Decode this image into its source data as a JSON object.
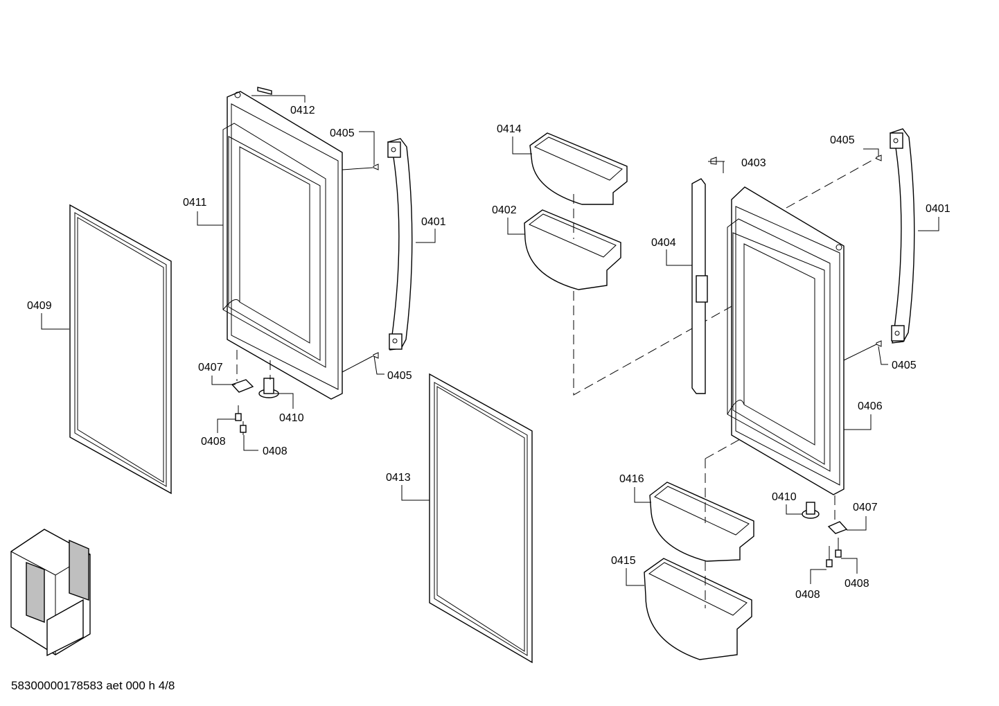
{
  "diagram": {
    "callouts": [
      {
        "id": "c1",
        "label": "0412"
      },
      {
        "id": "c2",
        "label": "0405"
      },
      {
        "id": "c3",
        "label": "0411"
      },
      {
        "id": "c4",
        "label": "0401"
      },
      {
        "id": "c5",
        "label": "0409"
      },
      {
        "id": "c6",
        "label": "0405"
      },
      {
        "id": "c7",
        "label": "0407"
      },
      {
        "id": "c8",
        "label": "0410"
      },
      {
        "id": "c9",
        "label": "0408"
      },
      {
        "id": "c10",
        "label": "0408"
      },
      {
        "id": "c11",
        "label": "0414"
      },
      {
        "id": "c12",
        "label": "0402"
      },
      {
        "id": "c13",
        "label": "0413"
      },
      {
        "id": "c14",
        "label": "0403"
      },
      {
        "id": "c15",
        "label": "0404"
      },
      {
        "id": "c16",
        "label": "0405"
      },
      {
        "id": "c17",
        "label": "0401"
      },
      {
        "id": "c18",
        "label": "0405"
      },
      {
        "id": "c19",
        "label": "0406"
      },
      {
        "id": "c20",
        "label": "0416"
      },
      {
        "id": "c21",
        "label": "0410"
      },
      {
        "id": "c22",
        "label": "0407"
      },
      {
        "id": "c23",
        "label": "0415"
      },
      {
        "id": "c24",
        "label": "0408"
      },
      {
        "id": "c25",
        "label": "0408"
      }
    ]
  },
  "footer": {
    "document_code": "58300000178583 aet 000 h 4/8"
  }
}
